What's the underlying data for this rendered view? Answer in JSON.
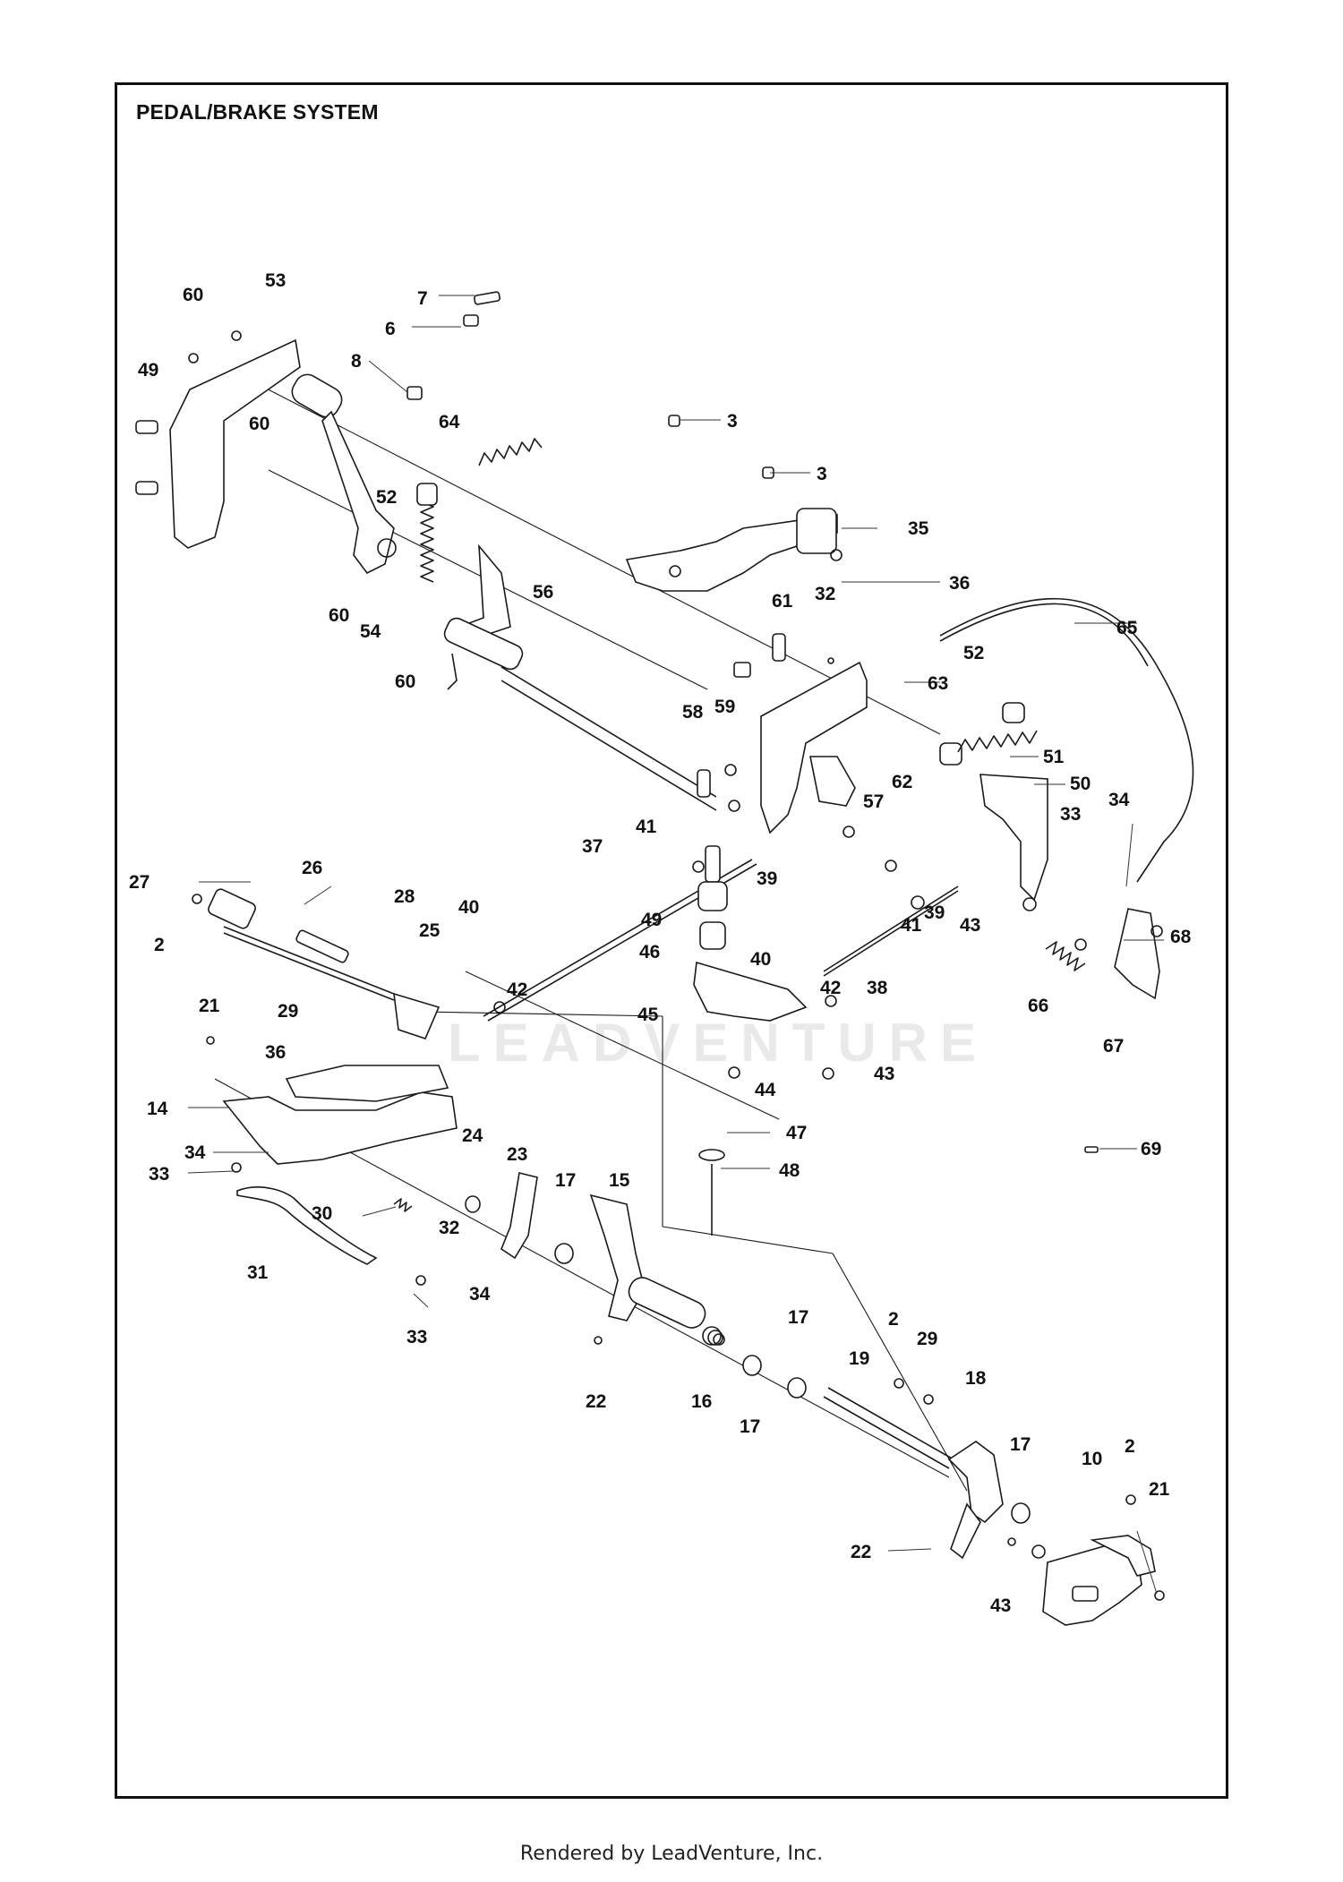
{
  "title": "PEDAL/BRAKE SYSTEM",
  "footer": "Rendered by LeadVenture, Inc.",
  "watermark": "LEADVENTURE",
  "callouts": [
    {
      "id": "c60a",
      "label": "60"
    },
    {
      "id": "c53",
      "label": "53"
    },
    {
      "id": "c7",
      "label": "7"
    },
    {
      "id": "c6",
      "label": "6"
    },
    {
      "id": "c8",
      "label": "8"
    },
    {
      "id": "c49a",
      "label": "49"
    },
    {
      "id": "c60b",
      "label": "60"
    },
    {
      "id": "c64",
      "label": "64"
    },
    {
      "id": "c3a",
      "label": "3"
    },
    {
      "id": "c3b",
      "label": "3"
    },
    {
      "id": "c52a",
      "label": "52"
    },
    {
      "id": "c35",
      "label": "35"
    },
    {
      "id": "c36a",
      "label": "36"
    },
    {
      "id": "c60c",
      "label": "60"
    },
    {
      "id": "c54",
      "label": "54"
    },
    {
      "id": "c56",
      "label": "56"
    },
    {
      "id": "c61",
      "label": "61"
    },
    {
      "id": "c32a",
      "label": "32"
    },
    {
      "id": "c65",
      "label": "65"
    },
    {
      "id": "c60d",
      "label": "60"
    },
    {
      "id": "c63",
      "label": "63"
    },
    {
      "id": "c52b",
      "label": "52"
    },
    {
      "id": "c58",
      "label": "58"
    },
    {
      "id": "c59",
      "label": "59"
    },
    {
      "id": "c62",
      "label": "62"
    },
    {
      "id": "c51",
      "label": "51"
    },
    {
      "id": "c50",
      "label": "50"
    },
    {
      "id": "c57",
      "label": "57"
    },
    {
      "id": "c34a",
      "label": "34"
    },
    {
      "id": "c33a",
      "label": "33"
    },
    {
      "id": "c41a",
      "label": "41"
    },
    {
      "id": "c37",
      "label": "37"
    },
    {
      "id": "c39a",
      "label": "39"
    },
    {
      "id": "c27",
      "label": "27"
    },
    {
      "id": "c26",
      "label": "26"
    },
    {
      "id": "c28",
      "label": "28"
    },
    {
      "id": "c40a",
      "label": "40"
    },
    {
      "id": "c25",
      "label": "25"
    },
    {
      "id": "c49b",
      "label": "49"
    },
    {
      "id": "c39b",
      "label": "39"
    },
    {
      "id": "c41b",
      "label": "41"
    },
    {
      "id": "c43a",
      "label": "43"
    },
    {
      "id": "c68",
      "label": "68"
    },
    {
      "id": "c2a",
      "label": "2"
    },
    {
      "id": "c42a",
      "label": "42"
    },
    {
      "id": "c40b",
      "label": "40"
    },
    {
      "id": "c38",
      "label": "38"
    },
    {
      "id": "c46",
      "label": "46"
    },
    {
      "id": "c42b",
      "label": "42"
    },
    {
      "id": "c66",
      "label": "66"
    },
    {
      "id": "c29a",
      "label": "29"
    },
    {
      "id": "c45",
      "label": "45"
    },
    {
      "id": "c21a",
      "label": "21"
    },
    {
      "id": "c67",
      "label": "67"
    },
    {
      "id": "c43b",
      "label": "43"
    },
    {
      "id": "c36b",
      "label": "36"
    },
    {
      "id": "c44",
      "label": "44"
    },
    {
      "id": "c14",
      "label": "14"
    },
    {
      "id": "c47",
      "label": "47"
    },
    {
      "id": "c24",
      "label": "24"
    },
    {
      "id": "c34b",
      "label": "34"
    },
    {
      "id": "c23",
      "label": "23"
    },
    {
      "id": "c69",
      "label": "69"
    },
    {
      "id": "c48",
      "label": "48"
    },
    {
      "id": "c33b",
      "label": "33"
    },
    {
      "id": "c17a",
      "label": "17"
    },
    {
      "id": "c15",
      "label": "15"
    },
    {
      "id": "c30",
      "label": "30"
    },
    {
      "id": "c32b",
      "label": "32"
    },
    {
      "id": "c31",
      "label": "31"
    },
    {
      "id": "c34c",
      "label": "34"
    },
    {
      "id": "c33c",
      "label": "33"
    },
    {
      "id": "c17b",
      "label": "17"
    },
    {
      "id": "c2b",
      "label": "2"
    },
    {
      "id": "c29b",
      "label": "29"
    },
    {
      "id": "c19",
      "label": "19"
    },
    {
      "id": "c22a",
      "label": "22"
    },
    {
      "id": "c16",
      "label": "16"
    },
    {
      "id": "c17c",
      "label": "17"
    },
    {
      "id": "c18",
      "label": "18"
    },
    {
      "id": "c17d",
      "label": "17"
    },
    {
      "id": "c2c",
      "label": "2"
    },
    {
      "id": "c10",
      "label": "10"
    },
    {
      "id": "c21b",
      "label": "21"
    },
    {
      "id": "c22b",
      "label": "22"
    },
    {
      "id": "c43c",
      "label": "43"
    }
  ]
}
